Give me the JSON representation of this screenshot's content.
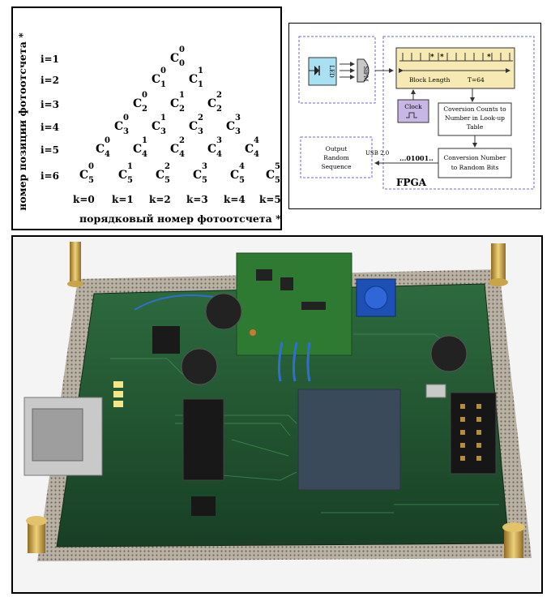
{
  "triangle": {
    "ylabel": "номер позиции фотоотсчета *",
    "xlabel": "порядковый номер фотоотсчета *",
    "rows": [
      "i=1",
      "i=2",
      "i=3",
      "i=4",
      "i=5",
      "i=6"
    ],
    "cols": [
      "k=0",
      "k=1",
      "k=2",
      "k=3",
      "k=4",
      "k=5"
    ],
    "symbol": "C"
  },
  "diagram": {
    "led": "LED",
    "sipm": "SiPM",
    "markers": [
      "*",
      "*",
      "*"
    ],
    "block_length": "Block Length",
    "t_value": "T=64",
    "clock": "Clock",
    "step1": [
      "Coversion Counts to",
      "Number in Look-up",
      "Table"
    ],
    "step2": [
      "Conversion Number",
      "to Random Bits"
    ],
    "bits": "...01001..",
    "usb": "USB 2.0",
    "output": [
      "Output",
      "Random",
      "Sequence"
    ],
    "fpga": "FPGA"
  },
  "photo": {
    "board_color": "#1f5a33",
    "frame_color": "#b9b1a4",
    "gold_color": "#c9a449"
  }
}
